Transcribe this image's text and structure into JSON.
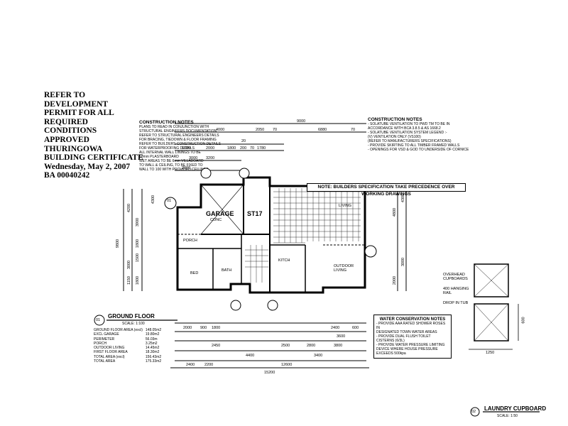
{
  "stamp": {
    "lines": [
      "REFER TO",
      "DEVELOPMENT",
      "PERMIT FOR ALL",
      "REQUIRED",
      "CONDITIONS",
      "APPROVED",
      "THURINGOWA",
      "BUILDING CERTIFICATE",
      "Wednesday, May 2, 2007",
      "BA 00040242"
    ]
  },
  "construction_notes_left": {
    "title": "CONSTRUCTION NOTES",
    "lines": [
      "PLANS TO READ IN CONJUNCTION WITH",
      "STRUCTURAL ENGINEERS DOCUMENTATION",
      "REFER TO STRUCTURAL ENGINEERS DETAILS",
      "FOR BRACING, TIEDOWN & FLOOR FRAMING",
      "REFER TO BUILDERS CONSTRUCTION DETAILS",
      "FOR WATERPROOFING DETAILS",
      "ALL INTERNAL WALL LININGS TO BE",
      "10mm PLASTERBOARD",
      "WET AREAS TO BE 6mm VILLABOARD",
      "TO WALL & CEILING, TO BE FIXED TO",
      "WALL TO 100 WITH PROVIDED CEILINGS"
    ]
  },
  "construction_notes_right": {
    "title": "CONSTRUCTION NOTES",
    "lines": [
      "- SOLATUBE VENTILATION TO PWD TM TO BE IN",
      "  ACCORDANCE WITH BCA 3.8.5 & AS 1668.2",
      "- SOLATUBE VENTILATION SYSTEM LEGEND :-",
      "  (V) VENTILATION ONLY (VS100)",
      "  (REFER TO MANUFACTURERS SPECIFICATIONS)",
      "- PROVIDE SKIRTING TO ALL TIMBER FRAMED WALLS",
      "- OPENINGS FOR VSD & GOD TO UNDERSIDE OF CORNICE"
    ]
  },
  "banner_note": "NOTE: BUILDERS SPECIFICATION TAKE PRECEDENCE OVER WORKING DRAWINGS",
  "water_notes": {
    "title": "WATER CONSERVATION NOTES",
    "lines": [
      "- PROVIDE AAA RATED SHOWER ROSES IN",
      "  DESIGNATED TOWN WATER AREAS",
      "- PROVIDE DUAL FLUSH TOILET",
      "  CISTERNS (6/3L)",
      "- PROVIDE WATER PRESSURE LIMITING",
      "  DEVICE WHERE HOUSE PRESSURE",
      "  EXCEEDS 500kpa"
    ]
  },
  "ground_floor": {
    "title": "GROUND FLOOR",
    "scale": "SCALE: 1:100",
    "marker": "01",
    "areas": [
      {
        "label": "GROUND FLOOR AREA (excl)",
        "value": "148.05m2"
      },
      {
        "label": "EXCL GARAGE",
        "value": "19.80m2"
      },
      {
        "label": "PERIMETER",
        "value": "56.03m"
      },
      {
        "label": "PORCH",
        "value": "3.25m2"
      },
      {
        "label": "OUTDOOR LIVING",
        "value": "14.45m2"
      },
      {
        "label": "FIRST FLOOR AREA",
        "value": "18.30m2"
      },
      {
        "label": "TOTAL AREA (excl)",
        "value": "156.43m2"
      },
      {
        "label": "TOTAL AREA",
        "value": "175.33m2"
      }
    ]
  },
  "laundry": {
    "title": "LAUNDRY CUPBOARD",
    "scale": "SCALE: 1:50",
    "marker": "02",
    "labels": [
      "OVERHEAD CUPBOARDS",
      "400 HANGING RAIL",
      "DROP IN TUB"
    ],
    "dims": [
      "1250",
      "600"
    ]
  },
  "rooms": {
    "garage": "GARAGE",
    "garage_sub": "CONC",
    "unit": "ST17",
    "porch": "PORCH",
    "living": "LIVING",
    "outdoor": "OUTDOOR LIVING",
    "bed": "BED",
    "bath": "BATH",
    "kitchen": "KITCH"
  },
  "top_dims": [
    "9000",
    "4000",
    "2050",
    "70",
    "6880",
    "70",
    "20",
    "1600",
    "2000",
    "1800",
    "200",
    "3200",
    "1780",
    "70",
    "3000",
    "2000"
  ],
  "bottom_dims": [
    "2000",
    "900",
    "1800",
    "2400",
    "600",
    "3600",
    "2450",
    "3800",
    "4400",
    "12600",
    "15200",
    "2400",
    "2200",
    "3400",
    "2500",
    "2800"
  ],
  "left_dims": [
    "4300",
    "4200",
    "3900",
    "1800",
    "3000",
    "1500",
    "1800",
    "1150",
    "9800"
  ],
  "right_dims": [
    "4300",
    "4800",
    "3000",
    "2000"
  ],
  "colors": {
    "ink": "#000000",
    "paper": "#ffffff"
  }
}
